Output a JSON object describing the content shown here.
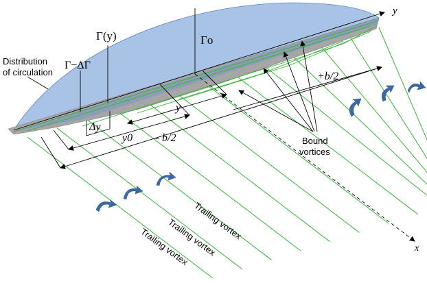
{
  "labels": {
    "y_axis": "y",
    "x_axis": "x",
    "gamma_y": "Γ(y)",
    "gamma_o": "Γo",
    "gamma_minus": "Γ−ΔΓ",
    "distribution": "Distribution",
    "distribution_2": "of circulation",
    "plus_b2": "+b/2",
    "minus_b2": "– b/2",
    "y_dim": "y",
    "delta_y": "Δy",
    "y0": "y0",
    "bound": "Bound",
    "bound_2": "vortices",
    "trailing_vortex": "Trailing vortex"
  },
  "colors": {
    "circulation_fill": "#a9c3e6",
    "wing_fill": "#a6a6a6",
    "trailing_line": "#2eb82e",
    "swirl_arrow": "#3a6aa6"
  }
}
